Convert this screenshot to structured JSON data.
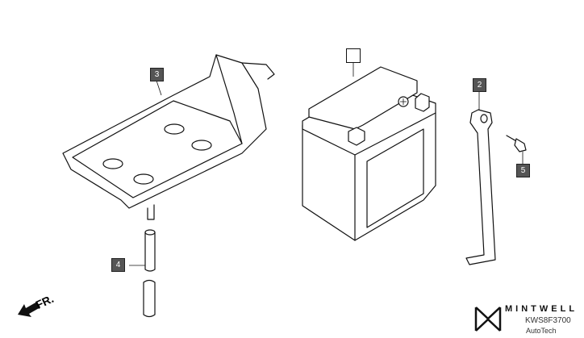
{
  "callouts": {
    "tray": "3",
    "battery": "",
    "bracket": "2",
    "bolt": "5",
    "rod": "4"
  },
  "direction": {
    "label": "FR."
  },
  "watermark": {
    "brand": "MINTWELL",
    "code": "KWS8F3700",
    "sub": "AutoTech"
  }
}
